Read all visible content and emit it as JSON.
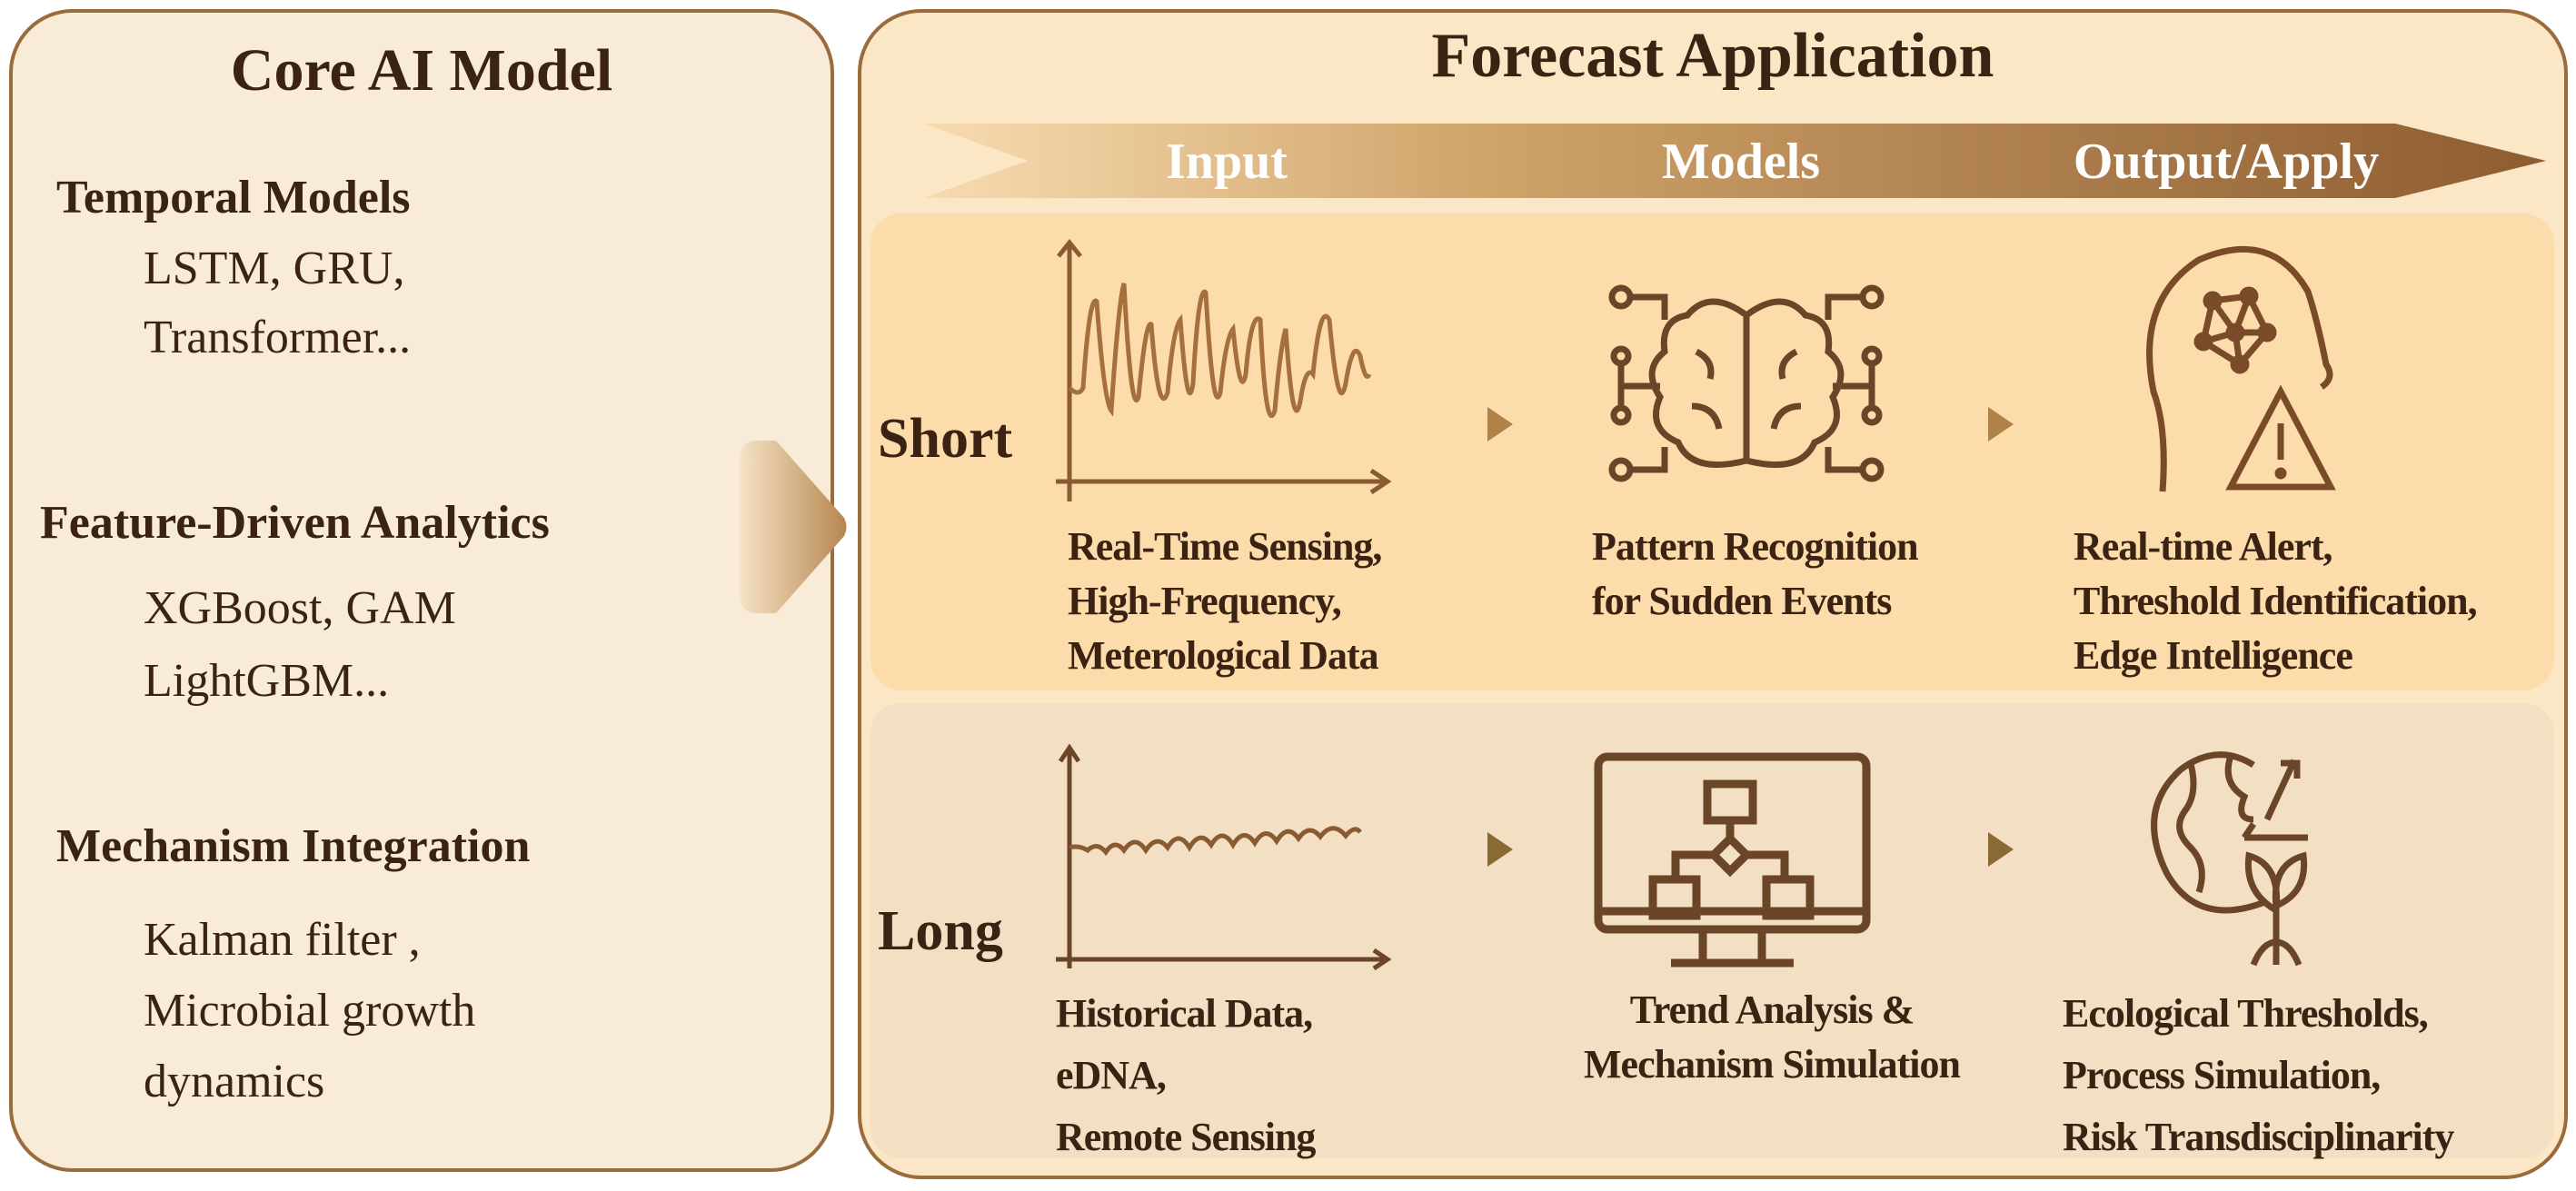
{
  "core": {
    "title": "Core AI Model",
    "sections": [
      {
        "heading": "Temporal Models",
        "lines": [
          "LSTM, GRU,",
          "Transformer..."
        ]
      },
      {
        "heading": "Feature-Driven Analytics",
        "lines": [
          "XGBoost, GAM",
          "LightGBM..."
        ]
      },
      {
        "heading": "Mechanism Integration",
        "lines": [
          "Kalman filter ,",
          "Microbial growth",
          "dynamics"
        ]
      }
    ]
  },
  "forecast": {
    "title": "Forecast Application",
    "stages": [
      "Input",
      "Models",
      "Output/Apply"
    ],
    "short": {
      "label": "Short",
      "input": [
        "Real-Time Sensing,",
        "High-Frequency,",
        "Meterological Data"
      ],
      "models": [
        "Pattern Recognition",
        "for Sudden Events"
      ],
      "output": [
        "Real-time Alert,",
        "Threshold Identification,",
        "Edge Intelligence"
      ]
    },
    "long": {
      "label": "Long",
      "input": [
        "Historical Data,",
        "eDNA,",
        "Remote Sensing"
      ],
      "models": [
        "Trend Analysis &",
        "Mechanism Simulation"
      ],
      "output": [
        "Ecological Thresholds,",
        "Process Simulation,",
        "Risk Transdisciplinarity"
      ]
    }
  },
  "colors": {
    "border": "#9c6b3c",
    "text": "#3b2314",
    "icon": "#7a4b28",
    "short_band": "#fcdcaa",
    "long_band": "#f3dfc3"
  }
}
